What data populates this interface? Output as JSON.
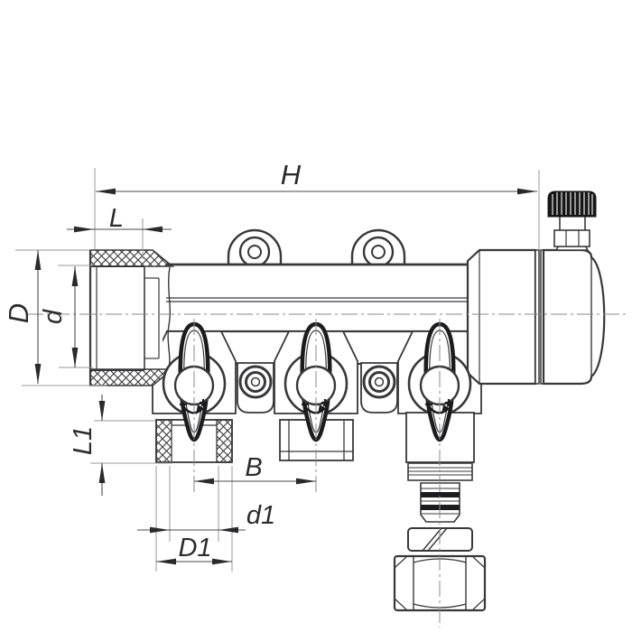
{
  "drawing": {
    "kind": "technical-dimension-drawing",
    "subject": "three-outlet manifold with ball valves, end cap and compression fitting",
    "colors": {
      "background": "#ffffff",
      "outline": "#38383a",
      "handle_outline": "#1c1c1e",
      "dimension_line": "#4a4a4c",
      "extension_line": "#9a9a9c",
      "centerline": "#8a8a8c",
      "knob_fill": "#161616"
    },
    "dimensions": {
      "H": "H",
      "L": "L",
      "D": "D",
      "d": "d",
      "L1": "L1",
      "B": "B",
      "d1": "d1",
      "D1": "D1"
    },
    "valve_marks": {
      "close_mark": "−",
      "open_mark": "+"
    }
  }
}
